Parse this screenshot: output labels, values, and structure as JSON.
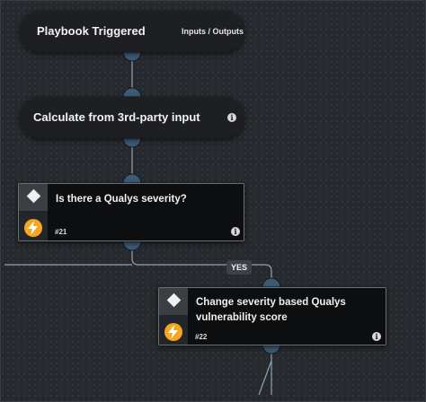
{
  "nodes": {
    "trigger": {
      "title": "Playbook Triggered",
      "io_link": "Inputs / Outputs"
    },
    "calc": {
      "title": "Calculate from 3rd-party input",
      "info": "i"
    },
    "condition": {
      "title": "Is there a Qualys severity?",
      "id": "#21",
      "info": "i"
    },
    "change": {
      "title_line1": "Change severity based Qualys",
      "title_line2": "vulnerability score",
      "id": "#22",
      "info": "i"
    }
  },
  "edges": {
    "yes_label": "YES"
  },
  "colors": {
    "canvas": "#26292d",
    "node_bg": "#1d1f22",
    "card_bg": "#0d0e10",
    "bolt": "#f5a623",
    "connector": "#3f5a73",
    "wire": "#8fa3b5"
  }
}
